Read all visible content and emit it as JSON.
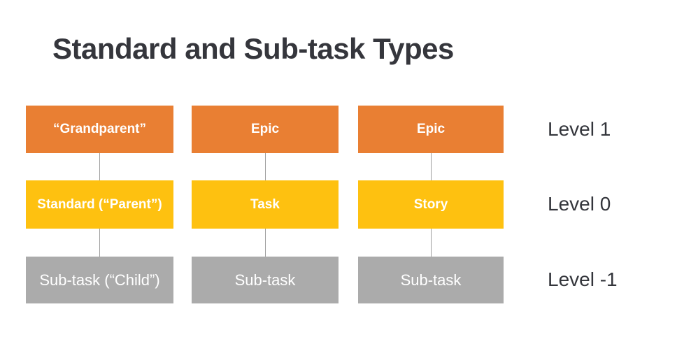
{
  "title": "Standard and Sub-task Types",
  "levels": [
    {
      "label": "Level 1"
    },
    {
      "label": "Level 0"
    },
    {
      "label": "Level -1"
    }
  ],
  "columns": [
    {
      "name": "standard-hierarchy",
      "boxes": [
        {
          "label": "“Grandparent”"
        },
        {
          "label": "Standard (“Parent”)"
        },
        {
          "label": "Sub-task (“Child”)"
        }
      ]
    },
    {
      "name": "epic-task-hierarchy",
      "boxes": [
        {
          "label": "Epic"
        },
        {
          "label": "Task"
        },
        {
          "label": "Sub-task"
        }
      ]
    },
    {
      "name": "epic-story-hierarchy",
      "boxes": [
        {
          "label": "Epic"
        },
        {
          "label": "Story"
        },
        {
          "label": "Sub-task"
        }
      ]
    }
  ],
  "colors": {
    "level_1_box": "#e97f33",
    "level_0_box": "#fec110",
    "level_minus1_box": "#ababab",
    "box_text": "#ffffff",
    "connector_line": "#9e9e9e",
    "title_text": "#35363c",
    "level_label_text": "#33353b",
    "background": "#ffffff"
  }
}
